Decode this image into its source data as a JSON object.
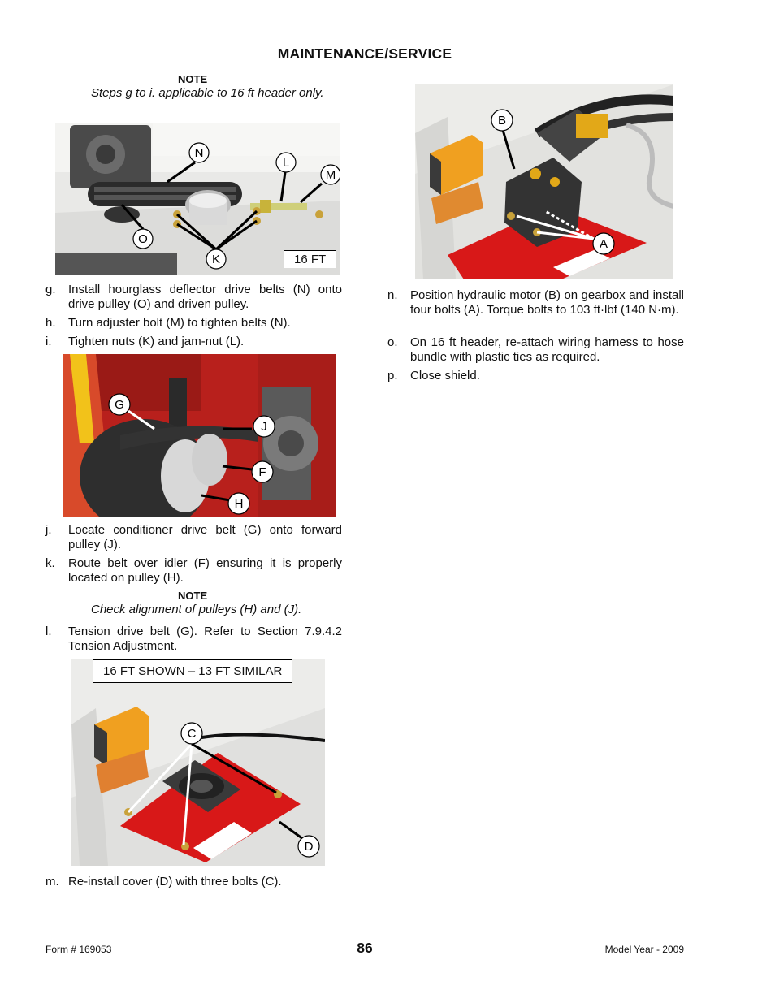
{
  "header": {
    "title": "MAINTENANCE/SERVICE"
  },
  "note1": {
    "label": "NOTE",
    "text": "Steps g to i. applicable to 16 ft header only."
  },
  "fig1": {
    "callouts": [
      "N",
      "L",
      "M",
      "O",
      "K"
    ],
    "tag": "16 FT"
  },
  "steps_gi": [
    {
      "letter": "g.",
      "text": "Install hourglass deflector drive belts (N) onto drive pulley (O) and driven pulley."
    },
    {
      "letter": "h.",
      "text": "Turn adjuster bolt (M) to tighten belts (N)."
    },
    {
      "letter": "i.",
      "text": "Tighten nuts (K) and jam-nut (L)."
    }
  ],
  "fig2": {
    "callouts": [
      "G",
      "J",
      "F",
      "H"
    ]
  },
  "steps_jk": [
    {
      "letter": "j.",
      "text": "Locate conditioner drive belt (G) onto forward pulley (J)."
    },
    {
      "letter": "k.",
      "text": "Route belt over idler (F) ensuring it is properly located on pulley (H)."
    }
  ],
  "note2": {
    "label": "NOTE",
    "text": "Check alignment of pulleys (H) and (J)."
  },
  "step_l": {
    "letter": "l.",
    "text": "Tension drive belt (G).  Refer to Section 7.9.4.2 Tension Adjustment."
  },
  "fig3": {
    "tag": "16 FT SHOWN – 13 FT SIMILAR",
    "callouts": [
      "C",
      "D"
    ]
  },
  "step_m": {
    "letter": "m.",
    "text": "Re-install cover (D) with three bolts (C)."
  },
  "fig4": {
    "callouts": [
      "B",
      "A"
    ]
  },
  "steps_np": [
    {
      "letter": "n.",
      "text": "Position hydraulic motor (B) on gearbox and install four bolts (A).  Torque bolts to 103 ft·lbf (140 N·m)."
    },
    {
      "letter": "o.",
      "text": "On 16 ft header, re-attach wiring harness to hose bundle with plastic ties as required."
    },
    {
      "letter": "p.",
      "text": "Close shield."
    }
  ],
  "footer": {
    "form": "Form # 169053",
    "page": "86",
    "model_year": "Model Year - 2009"
  }
}
